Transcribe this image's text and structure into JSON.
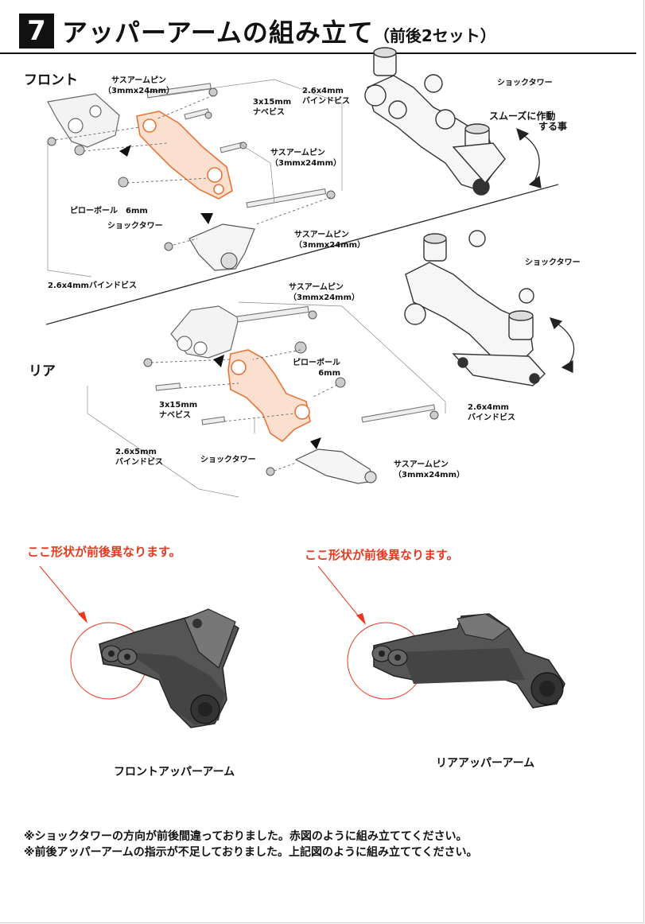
{
  "header": {
    "step_number": "7",
    "title": "アッパーアームの組み立て",
    "subtitle": "（前後2セット）"
  },
  "front": {
    "section_label": "フロント",
    "pin_top": {
      "line1": "サスアームピン",
      "line2": "（3mmx24mm）"
    },
    "nabe_screw": {
      "line1": "3x15mm",
      "line2": "ナベビス"
    },
    "bind_screw_top": {
      "line1": "2.6x4mm",
      "line2": "バインドビス"
    },
    "pin_mid": {
      "line1": "サスアームピン",
      "line2": "（3mmx24mm）"
    },
    "pillow_ball": "ピローボール　6mm",
    "shock_tower": "ショックタワー",
    "pin_bottom": {
      "line1": "サスアームピン",
      "line2": "（3mmx24mm）"
    },
    "bind_screw_bottom": "2.6x4mmバインドビス",
    "assembled_shock_tower": "ショックタワー",
    "smooth_note": {
      "line1": "スムーズに作動",
      "line2": "する事"
    }
  },
  "rear": {
    "section_label": "リア",
    "pin_top": {
      "line1": "サスアームピン",
      "line2": "（3mmx24mm）"
    },
    "pillow_ball": {
      "line1": "ピローボール",
      "line2": "6mm"
    },
    "nabe_screw": {
      "line1": "3x15mm",
      "line2": "ナベビス"
    },
    "bind_screw_right": {
      "line1": "2.6x4mm",
      "line2": "バインドビス"
    },
    "bind_screw_left": {
      "line1": "2.6x5mm",
      "line2": "バインドビス"
    },
    "shock_tower": "ショックタワー",
    "pin_bottom": {
      "line1": "サスアームピン",
      "line2": "（3mmx24mm）"
    },
    "assembled_shock_tower": "ショックタワー"
  },
  "comparison": {
    "note_left": "ここ形状が前後異なります。",
    "note_right": "ここ形状が前後異なります。",
    "caption_left": "フロントアッパーアーム",
    "caption_right": "リアアッパーアーム"
  },
  "footnotes": [
    "※ショックタワーの方向が前後間違っておりました。赤図のように組み立ててください。",
    "※前後アッパーアームの指示が不足しておりました。上記図のように組み立ててください。"
  ],
  "colors": {
    "accent_red": "#e8381e",
    "orange_part": "#e8743a",
    "dark_part": "#3a3a3a",
    "ink": "#111111"
  }
}
